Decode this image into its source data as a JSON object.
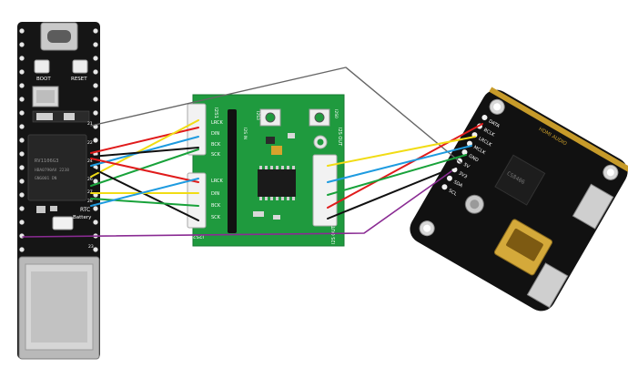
{
  "sbc": {
    "buttons": [
      "BOOT",
      "RESET"
    ],
    "chip_lines": [
      "RV1106G3",
      "HBA0790AV 2238",
      "GNG001 DN"
    ],
    "pins_right_top": [
      "21",
      "22",
      "24",
      "26",
      "27",
      "28"
    ],
    "pins_bottom": [
      "23"
    ],
    "rtc_label": "RTC",
    "battery_label": "Battery"
  },
  "i2s_board": {
    "left_header_top_title": "I2S1",
    "left_header_top_pins": [
      "LRCK",
      "DIN",
      "BCK",
      "SCK"
    ],
    "left_header_bottom_title": "I2S2",
    "left_header_bottom_pins": [
      "LRCK",
      "DIN",
      "BCK",
      "SCK"
    ],
    "bottom_label": "I2S2",
    "right_vertical_top": "I2S OUT",
    "right_vertical_bottom": "I2S OUT",
    "top_labels": [
      "I2S IN",
      "I2S3",
      "I2S0"
    ]
  },
  "hdmi_board": {
    "pins": [
      "DATA",
      "BCLK",
      "LRCLK",
      "MCLK",
      "GND",
      "5V",
      "3V3",
      "SDA",
      "SCL"
    ],
    "silk_top": "HDMI AUDIO",
    "codec": "CS8406"
  },
  "colors": {
    "pcb_green": "#1f9a3e",
    "sbc_black": "#151515",
    "hdmi_board": "#111111",
    "wire_red": "#e01b1b",
    "wire_yellow": "#f1dc14",
    "wire_blue": "#1e9be0",
    "wire_green": "#18a23a",
    "wire_black": "#111111",
    "wire_purple": "#8a2b93",
    "wire_gray": "#666666"
  }
}
